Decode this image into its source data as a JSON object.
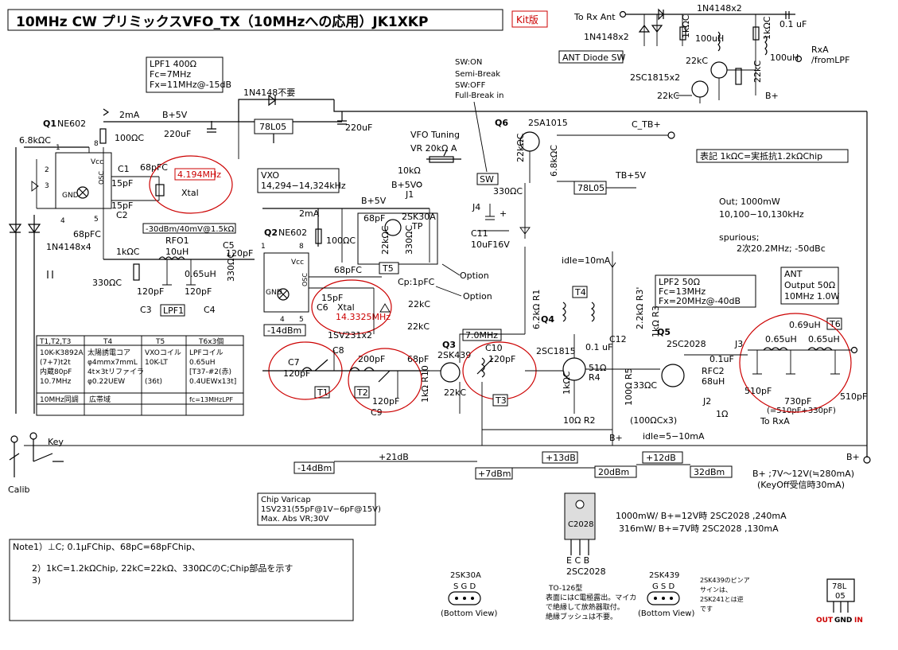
{
  "title": "10MHz CW プリミックスVFO_TX（10MHzへの応用）JK1XKP",
  "kit_label": "Kit版",
  "antenna": {
    "rx_ant": "To Rx Ant",
    "diode_pair_top": "1N4148x2",
    "diode_pair_left": "1N4148x2",
    "r1": "1kΩC",
    "r2": "1kΩC",
    "cap": "0.1 uF",
    "ind1": "100uH",
    "ind2": "100uH",
    "rxa": "RxA",
    "from_lpf": "/fromLPF",
    "diode_sw": "ANT Diode SW",
    "r22k_a": "22kC",
    "r22k_b": "22kC",
    "r22k_c": "22kC",
    "trs": "2SC1815x2",
    "bplus": "B+"
  },
  "lpf1": {
    "l1": "LPF1 400Ω",
    "l2": "Fc=7MHz",
    "l3": "Fx=11MHz@-15dB"
  },
  "q1": {
    "name": "Q1",
    "part": "NE602",
    "osc_freq": "4.194MHz",
    "xtal": "Xtal",
    "r68": "6.8kΩC",
    "c1": "C1",
    "c2": "C2",
    "c15a": "15pF",
    "c15b": "15pF",
    "c68": "68pFC",
    "c68b": "68pFC",
    "vcc": "Vcc",
    "osc": "OSC",
    "gnd": "GND",
    "p1": "1",
    "p2": "2",
    "p3": "3",
    "p4": "4",
    "p5": "5",
    "p8": "8"
  },
  "supply": {
    "ma2": "2mA",
    "b5v": "B+5V",
    "r100": "100ΩC",
    "c220": "220uF",
    "c220b": "220uF",
    "reg": "78L05",
    "n1n4148": "1N4148不要",
    "ctb": "C_TB+"
  },
  "diodes_main": "1N4148x4",
  "rfo1": {
    "label": "-30dBm/40mV@1.5kΩ",
    "rfo": "RFO1",
    "l": "10uH",
    "r1k": "1kΩC",
    "c5": "C5",
    "c120a": "120pF",
    "c120b": "120pF",
    "c120c": "120pF",
    "r330": "330ΩC",
    "r330b": "330ΩC",
    "c3": "C3",
    "c4": "C4",
    "c065": "0.65uH",
    "lpf1": "LPF1"
  },
  "vxo": {
    "l1": "VXO",
    "l2": "14,294−14,324kHz"
  },
  "vfo": {
    "tuning": "VFO Tuning",
    "vr": "VR 20kΩ A",
    "r10k": "10kΩ",
    "bplus5": "B+5V",
    "j1": "J1",
    "b5v": "B+5V",
    "ma2": "2mA",
    "r100": "100ΩC"
  },
  "q2": {
    "name": "Q2",
    "part": "NE602",
    "p1": "1",
    "p8": "8",
    "p4": "4",
    "p5": "5",
    "c68": "68pFC",
    "c15": "15pF",
    "c6": "C6",
    "xtal": "Xtal",
    "freq": "14.3325MHz",
    "dbm": "-14dBm",
    "varicap": "1SV231x2",
    "vcc": "Vcc",
    "osc": "OSC",
    "gnd": "GND"
  },
  "q2_extras": {
    "c68": "68pF",
    "t2sk30a": "2SK30A",
    "tp": "TP",
    "r22k": "22kΩC",
    "r330": "330ΩC",
    "t5": "T5",
    "cp": "Cp:1pFC",
    "r22a": "22kC",
    "r22b": "22kC",
    "option1": "Option",
    "option2": "Option"
  },
  "sw": {
    "l1": "SW:ON",
    "l2": "Semi-Break",
    "l3": "SW:OFF",
    "l4": "Full-Break in",
    "sw": "SW",
    "j4": "J4",
    "c11": "C11",
    "c11v": "10uF16V",
    "r330": "330ΩC",
    "plus": "+"
  },
  "q6": {
    "name": "Q6",
    "part": "2SA1015",
    "r22k": "22kΩC",
    "r68k": "6.8kΩC",
    "reg": "78L05",
    "tb5v": "TB+5V"
  },
  "notation": "表記 1kΩC=実抵抗1.2kΩChip",
  "output_spec": {
    "l1": "Out; 1000mW",
    "l2": "10,100−10,130kHz",
    "l3": "spurious;",
    "l4": "2次20.2MHz; -50dBc"
  },
  "lpf2": {
    "l1": "LPF2 50Ω",
    "l2": "Fc=13MHz",
    "l3": "Fx=20MHz@-40dB"
  },
  "ant_out": {
    "l1": "ANT",
    "l2": "Output 50Ω",
    "l3": "10MHz 1.0W"
  },
  "idle1": "idle=10mA",
  "idle2": "idle=5−10mA",
  "q4": {
    "name": "Q4",
    "part": "2SC1815",
    "t4": "T4",
    "c12": "C12",
    "c01": "0.1 uF",
    "r2k2": "2.2kΩ R3'",
    "r1k": "1kΩ R3",
    "r51": "51Ω",
    "r4": "R4",
    "r1kc": "1kΩC",
    "r10": "10Ω R2",
    "r100": "100Ω R5",
    "r33": "33ΩC",
    "rcx3": "(100ΩCx3)"
  },
  "q5": {
    "name": "Q5",
    "part": "2SC2028",
    "c01": "0.1uF",
    "rfc2": "RFC2",
    "rfc2v": "68uH",
    "j2": "J2",
    "r1": "1Ω",
    "j3": "J3",
    "l069": "0.69uH",
    "l065a": "0.65uH",
    "l065b": "0.65uH",
    "t6": "T6",
    "c510a": "510pF",
    "c510b": "510pF",
    "c730": "730pF",
    "c730note": "(=510pF+330pF)",
    "to_rxa": "To RxA",
    "bplus": "B+"
  },
  "q3": {
    "name": "Q3",
    "part": "2SK439",
    "f7": "7.0MHz",
    "c10": "C10",
    "c120": "120pF",
    "t3": "T3",
    "r22k": "22kC",
    "r62k": "6.2kΩ R1",
    "r1k": "1kΩ R10",
    "c68": "68pF"
  },
  "bpf": {
    "c7": "C7",
    "c120a": "120pF",
    "t1": "T1",
    "c8": "C8",
    "c200": "200pF",
    "t2": "T2",
    "c120b": "120pF",
    "c9": "C9"
  },
  "table": {
    "row1": [
      "T1,T2,T3",
      "T4",
      "T5",
      "T6x3個"
    ],
    "row2a": [
      "10K-K3892A",
      "太陽誘電コア",
      "VXOコイル",
      "LPFコイル"
    ],
    "row2b": [
      "(7+7)t2t",
      "φ4mmx7mmL",
      "10K-LT",
      "0.65uH"
    ],
    "row2c": [
      "内蔵80pF",
      "4t×3tリファイラ",
      "",
      "[T37-#2(赤)"
    ],
    "row2d": [
      "10.7MHz",
      "φ0.22UEW",
      "(36t)",
      "0.4UEWx13t]"
    ],
    "row3": [
      "10MHz同調",
      "広帯域",
      "",
      "fc=13MHzLPF"
    ]
  },
  "bottom_left": {
    "key": "Key",
    "calib": "Calib"
  },
  "levels": {
    "m14": "-14dBm",
    "g21": "+21dB",
    "p7": "+7dBm",
    "g13": "+13dB",
    "p20": "20dBm",
    "g12": "+12dB",
    "p32": "32dBm",
    "bplus": "B+"
  },
  "supply_note": {
    "l1": "B+ ;7V〜12V(≒280mA)",
    "l2": "(KeyOff受信時30mA)"
  },
  "chip_varicap": {
    "l1": "Chip Varicap",
    "l2": "1SV231(55pF@1V−6pF@15V)",
    "l3": "Max. Abs VR;30V"
  },
  "c2028": {
    "label": "C2028",
    "pins": "E C B",
    "part": "2SC2028",
    "n1": "TO-126型",
    "n2": "表面にはC電極露出。マイカ",
    "n3": "で絶縁して放熱器取付。",
    "n4": "絶縁ブッシュは不要。"
  },
  "power_notes": {
    "l1": "1000mW/ B+=12V時 2SC2028 ,240mA",
    "l2": "316mW/ B+=7V時 2SC2028 ,130mA"
  },
  "note": {
    "l1": "Note1）⊥C; 0.1μFChip、68pC=68pFChip、",
    "l2": "2）1kC=1.2kΩChip, 22kC=22kΩ、330ΩCのC;Chip部品を示す",
    "l3": "3)"
  },
  "pinout_2sk30a": {
    "name": "2SK30A",
    "pins": "S G D",
    "view": "(Bottom View)"
  },
  "pinout_2sk439": {
    "name": "2SK439",
    "pins": "G S D",
    "view": "(Bottom View)",
    "n1": "2SK439のピンア",
    "n2": "サインは、",
    "n3": "2SK241とは逆",
    "n4": "です"
  },
  "reg_pinout": {
    "l1": "78L",
    "l2": "05",
    "out": "OUT",
    "gnd": "GND",
    "in": "IN"
  }
}
